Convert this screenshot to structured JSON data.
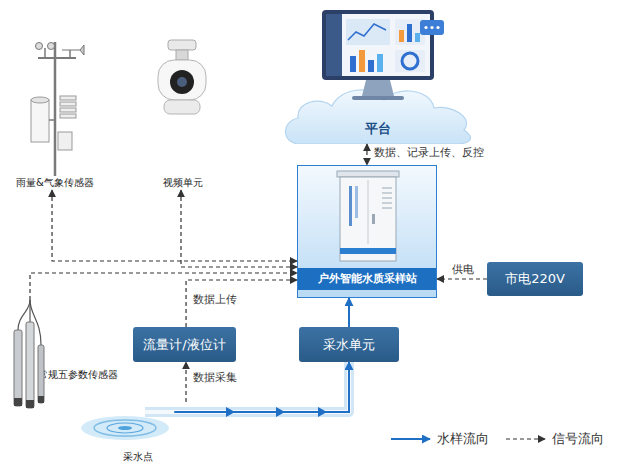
{
  "diagram": {
    "nodes": [
      {
        "text": [
          "平台"
        ]
      },
      {
        "text": [
          "雨量&气象传感器"
        ]
      },
      {
        "text": [
          "视频单元"
        ]
      },
      {
        "text": [
          "户外智能水质采样站"
        ]
      },
      {
        "text": [
          "市电220V"
        ]
      },
      {
        "text": [
          "流量计/液位计"
        ]
      },
      {
        "text": [
          "采水单元"
        ]
      },
      {
        "text": [
          "常规五参数传感器"
        ]
      },
      {
        "text": [
          "采水点"
        ]
      }
    ],
    "edges": [
      {
        "from": 0,
        "to": 3,
        "arrow": "both",
        "label": "数据、记录上传、反控"
      },
      {
        "from": 1,
        "to": 3,
        "arrow": "both"
      },
      {
        "from": 2,
        "to": 3,
        "arrow": "both"
      },
      {
        "from": 7,
        "to": 3,
        "arrow": "to"
      },
      {
        "from": 5,
        "to": 3,
        "arrow": "to",
        "label": "数据上传"
      },
      {
        "from": 4,
        "to": 3,
        "arrow": "to",
        "label": "供电"
      },
      {
        "from": 8,
        "to": 5,
        "arrow": "to",
        "label": "数据采集"
      },
      {
        "from": 8,
        "to": 6,
        "arrow": "to"
      },
      {
        "from": 6,
        "to": 3,
        "arrow": "to"
      }
    ],
    "legend": [
      {
        "text": "水样流向"
      },
      {
        "text": "信号流向"
      }
    ]
  }
}
